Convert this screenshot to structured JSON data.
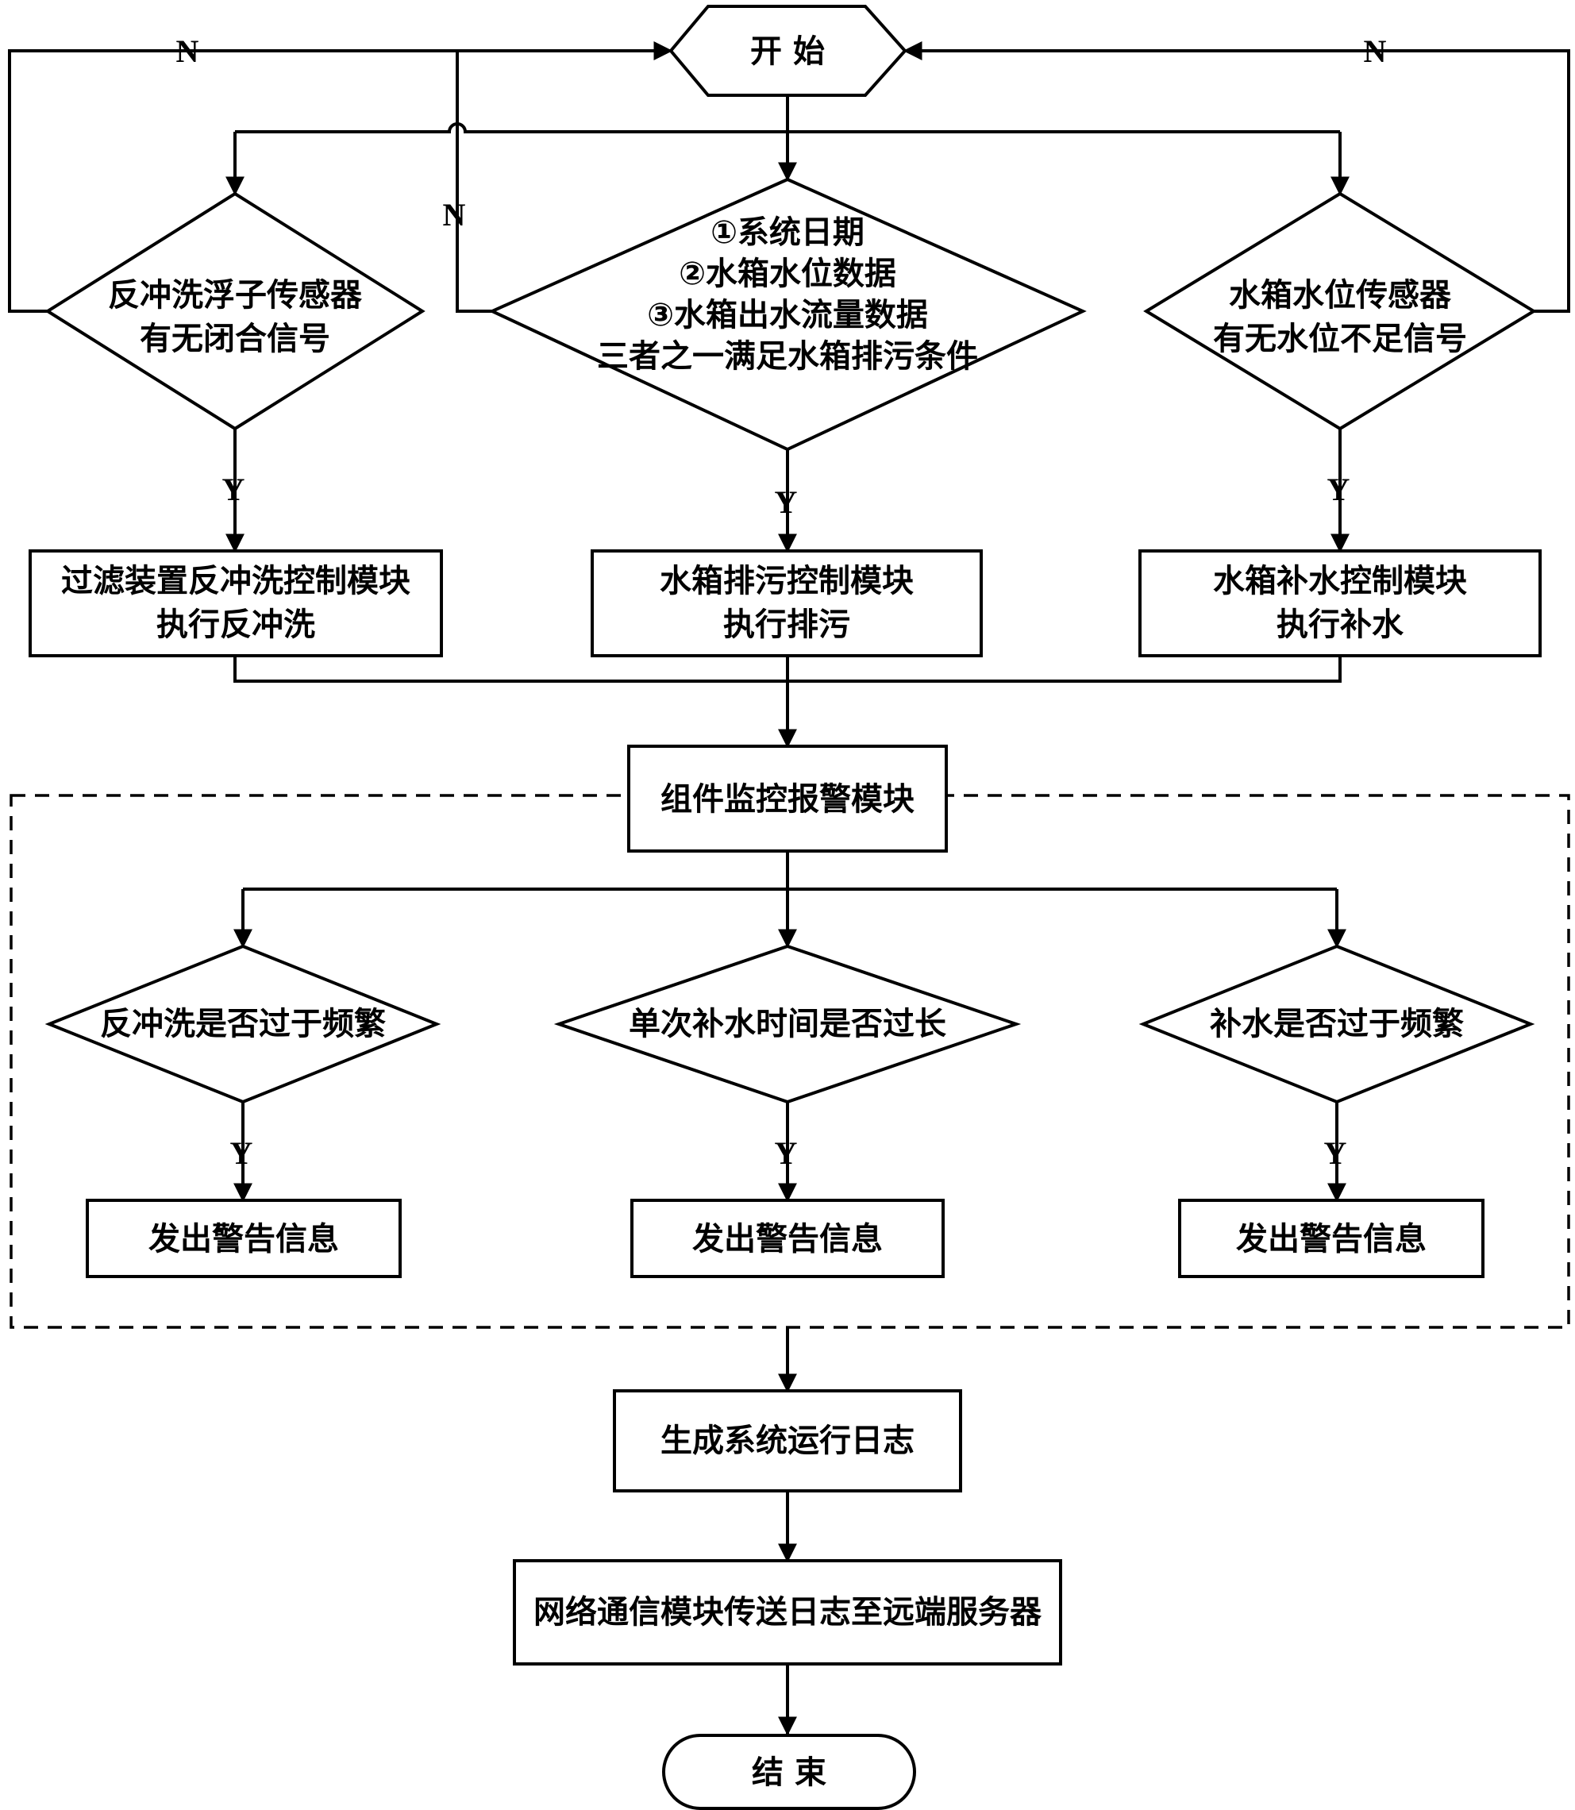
{
  "start": "开 始",
  "end": "结 束",
  "decisions": {
    "backwash_sensor": [
      "反冲洗浮子传感器",
      "有无闭合信号"
    ],
    "drain_condition": [
      "①系统日期",
      "②水箱水位数据",
      "③水箱出水流量数据",
      "三者之一满足水箱排污条件"
    ],
    "level_sensor": [
      "水箱水位传感器",
      "有无水位不足信号"
    ],
    "backwash_freq": "反冲洗是否过于频繁",
    "refill_duration": "单次补水时间是否过长",
    "refill_freq": "补水是否过于频繁"
  },
  "processes": {
    "backwash_module": [
      "过滤装置反冲洗控制模块",
      "执行反冲洗"
    ],
    "drain_module": [
      "水箱排污控制模块",
      "执行排污"
    ],
    "refill_module": [
      "水箱补水控制模块",
      "执行补水"
    ],
    "monitor_module": "组件监控报警模块",
    "warning_1": "发出警告信息",
    "warning_2": "发出警告信息",
    "warning_3": "发出警告信息",
    "generate_log": "生成系统运行日志",
    "send_log": "网络通信模块传送日志至远端服务器"
  },
  "labels": {
    "yes": "Y",
    "no": "N"
  }
}
